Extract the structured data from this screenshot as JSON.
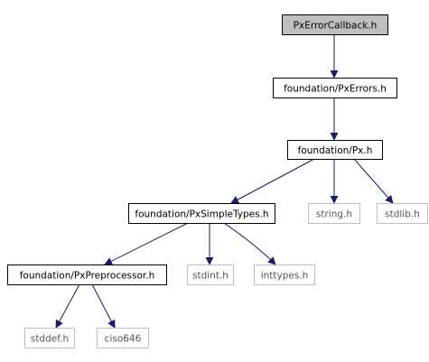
{
  "nodes": [
    {
      "id": "pxerrorcallback",
      "label": "PxErrorCallback.h",
      "fill": "#bfbfbf",
      "stroke": "#000000",
      "text_color": "#000000"
    },
    {
      "id": "pxerrors",
      "label": "foundation/PxErrors.h",
      "fill": "#ffffff",
      "stroke": "#000000",
      "text_color": "#000000"
    },
    {
      "id": "px",
      "label": "foundation/Px.h",
      "fill": "#ffffff",
      "stroke": "#000000",
      "text_color": "#000000"
    },
    {
      "id": "pxsimpletypes",
      "label": "foundation/PxSimpleTypes.h",
      "fill": "#ffffff",
      "stroke": "#000000",
      "text_color": "#000000"
    },
    {
      "id": "string",
      "label": "string.h",
      "fill": "#ffffff",
      "stroke": "#bfbfbf",
      "text_color": "#555555"
    },
    {
      "id": "stdlib",
      "label": "stdlib.h",
      "fill": "#ffffff",
      "stroke": "#bfbfbf",
      "text_color": "#555555"
    },
    {
      "id": "pxpreprocessor",
      "label": "foundation/PxPreprocessor.h",
      "fill": "#ffffff",
      "stroke": "#000000",
      "text_color": "#000000"
    },
    {
      "id": "stdint",
      "label": "stdint.h",
      "fill": "#ffffff",
      "stroke": "#bfbfbf",
      "text_color": "#555555"
    },
    {
      "id": "inttypes",
      "label": "inttypes.h",
      "fill": "#ffffff",
      "stroke": "#bfbfbf",
      "text_color": "#555555"
    },
    {
      "id": "stddef",
      "label": "stddef.h",
      "fill": "#ffffff",
      "stroke": "#bfbfbf",
      "text_color": "#555555"
    },
    {
      "id": "ciso646",
      "label": "ciso646",
      "fill": "#ffffff",
      "stroke": "#bfbfbf",
      "text_color": "#555555"
    }
  ],
  "edges": [
    {
      "from": "pxerrorcallback",
      "to": "pxerrors"
    },
    {
      "from": "pxerrors",
      "to": "px"
    },
    {
      "from": "px",
      "to": "pxsimpletypes"
    },
    {
      "from": "px",
      "to": "string"
    },
    {
      "from": "px",
      "to": "stdlib"
    },
    {
      "from": "pxsimpletypes",
      "to": "pxpreprocessor"
    },
    {
      "from": "pxsimpletypes",
      "to": "stdint"
    },
    {
      "from": "pxsimpletypes",
      "to": "inttypes"
    },
    {
      "from": "pxpreprocessor",
      "to": "stddef"
    },
    {
      "from": "pxpreprocessor",
      "to": "ciso646"
    }
  ],
  "edge_color": "#191970"
}
